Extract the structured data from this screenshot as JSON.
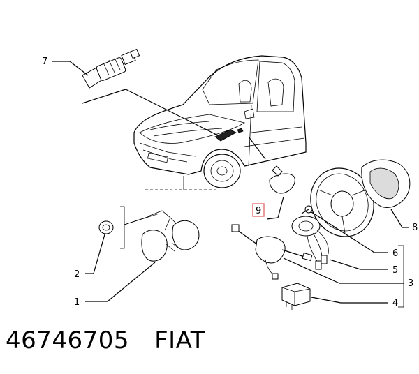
{
  "callouts": {
    "c1": "1",
    "c2": "2",
    "c3": "3",
    "c4": "4",
    "c5": "5",
    "c6": "6",
    "c7": "7",
    "c8": "8",
    "c9": "9"
  },
  "footer": {
    "part_number": "46746705",
    "brand": "FIAT"
  },
  "colors": {
    "highlight_box": "#e07070",
    "ink": "#000000"
  }
}
